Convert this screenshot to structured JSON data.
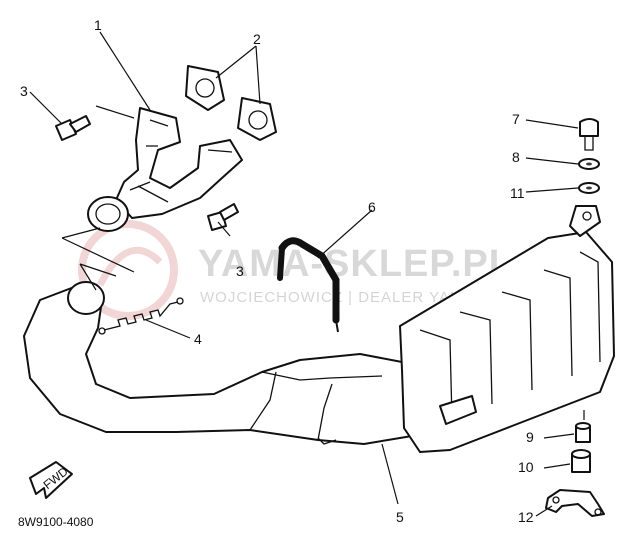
{
  "diagram": {
    "part_code": "8W9100-4080",
    "direction_label": "FWD",
    "watermark": {
      "brand": "YAMA-SKLEP.PL",
      "subtitle": "WOJCIECHOWICZ | DEALER YAMAHA"
    },
    "callouts": [
      {
        "id": "1",
        "label": "1"
      },
      {
        "id": "2",
        "label": "2"
      },
      {
        "id": "3a",
        "label": "3"
      },
      {
        "id": "3b",
        "label": "3"
      },
      {
        "id": "4",
        "label": "4"
      },
      {
        "id": "5",
        "label": "5"
      },
      {
        "id": "6",
        "label": "6"
      },
      {
        "id": "7",
        "label": "7"
      },
      {
        "id": "8",
        "label": "8"
      },
      {
        "id": "9",
        "label": "9"
      },
      {
        "id": "10",
        "label": "10"
      },
      {
        "id": "11",
        "label": "11"
      },
      {
        "id": "12",
        "label": "12"
      }
    ]
  }
}
